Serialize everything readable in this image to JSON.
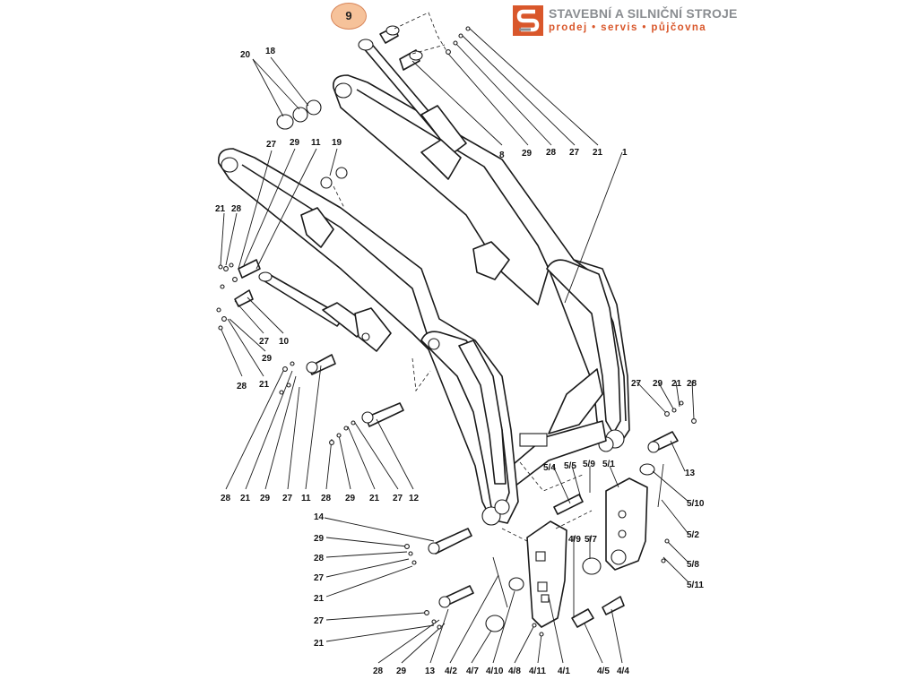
{
  "logo": {
    "name": "STAVEBNÍ A SILNIČNÍ STROJE",
    "tagline": "prodej • servis • půjčovna",
    "brand_color": "#d9572b",
    "text_color": "#8a8d91"
  },
  "highlight": {
    "part": "9",
    "fill": "#f6c29a"
  },
  "labels": [
    {
      "id": "l20",
      "text": "20"
    },
    {
      "id": "l18",
      "text": "18"
    },
    {
      "id": "l27a",
      "text": "27"
    },
    {
      "id": "l29a",
      "text": "29"
    },
    {
      "id": "l11a",
      "text": "11"
    },
    {
      "id": "l19",
      "text": "19"
    },
    {
      "id": "l21a",
      "text": "21"
    },
    {
      "id": "l28a",
      "text": "28"
    },
    {
      "id": "l8",
      "text": "8"
    },
    {
      "id": "l29b",
      "text": "29"
    },
    {
      "id": "l28b",
      "text": "28"
    },
    {
      "id": "l27b",
      "text": "27"
    },
    {
      "id": "l21b",
      "text": "21"
    },
    {
      "id": "l1",
      "text": "1"
    },
    {
      "id": "l27c",
      "text": "27"
    },
    {
      "id": "l10",
      "text": "10"
    },
    {
      "id": "l29c",
      "text": "29"
    },
    {
      "id": "l28c",
      "text": "28"
    },
    {
      "id": "l21c",
      "text": "21"
    },
    {
      "id": "l28d",
      "text": "28"
    },
    {
      "id": "l21d",
      "text": "21"
    },
    {
      "id": "l29d",
      "text": "29"
    },
    {
      "id": "l27d",
      "text": "27"
    },
    {
      "id": "l11b",
      "text": "11"
    },
    {
      "id": "l28e",
      "text": "28"
    },
    {
      "id": "l29e",
      "text": "29"
    },
    {
      "id": "l21e",
      "text": "21"
    },
    {
      "id": "l27e",
      "text": "27"
    },
    {
      "id": "l12",
      "text": "12"
    },
    {
      "id": "l27f",
      "text": "27"
    },
    {
      "id": "l29f",
      "text": "29"
    },
    {
      "id": "l21f",
      "text": "21"
    },
    {
      "id": "l28f",
      "text": "28"
    },
    {
      "id": "l13a",
      "text": "13"
    },
    {
      "id": "l510",
      "text": "5/10"
    },
    {
      "id": "l52",
      "text": "5/2"
    },
    {
      "id": "l58",
      "text": "5/8"
    },
    {
      "id": "l511",
      "text": "5/11"
    },
    {
      "id": "l54",
      "text": "5/4"
    },
    {
      "id": "l55",
      "text": "5/5"
    },
    {
      "id": "l59",
      "text": "5/9"
    },
    {
      "id": "l51",
      "text": "5/1"
    },
    {
      "id": "l14",
      "text": "14"
    },
    {
      "id": "l29g",
      "text": "29"
    },
    {
      "id": "l28g",
      "text": "28"
    },
    {
      "id": "l27g",
      "text": "27"
    },
    {
      "id": "l21g",
      "text": "21"
    },
    {
      "id": "l27h",
      "text": "27"
    },
    {
      "id": "l21h",
      "text": "21"
    },
    {
      "id": "l49",
      "text": "4/9"
    },
    {
      "id": "l57",
      "text": "5/7"
    },
    {
      "id": "l28h",
      "text": "28"
    },
    {
      "id": "l29h",
      "text": "29"
    },
    {
      "id": "l13b",
      "text": "13"
    },
    {
      "id": "l42",
      "text": "4/2"
    },
    {
      "id": "l47",
      "text": "4/7"
    },
    {
      "id": "l410",
      "text": "4/10"
    },
    {
      "id": "l48",
      "text": "4/8"
    },
    {
      "id": "l411",
      "text": "4/11"
    },
    {
      "id": "l41",
      "text": "4/1"
    },
    {
      "id": "l45",
      "text": "4/5"
    },
    {
      "id": "l44",
      "text": "4/4"
    }
  ]
}
